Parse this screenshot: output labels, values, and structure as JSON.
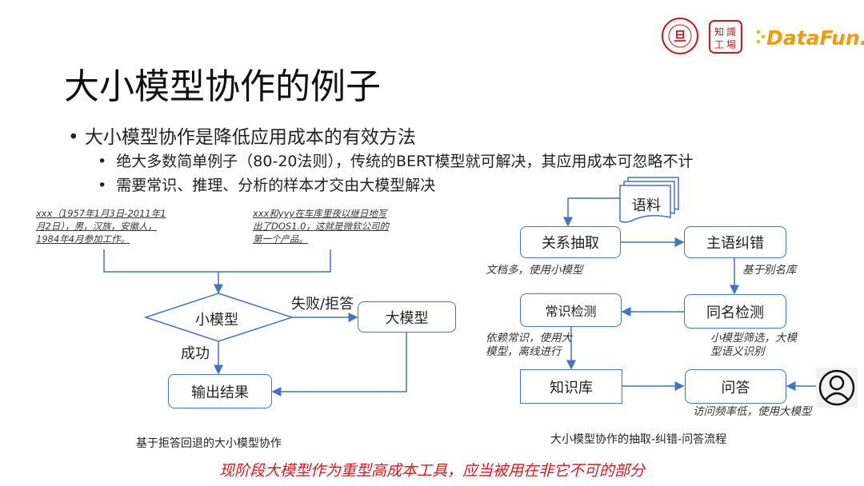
{
  "title": "大小模型协作的例子",
  "bullets": {
    "main": "大小模型协作是降低应用成本的有效方法",
    "sub": [
      "绝大多数简单例子（80-20法则），传统的BERT模型就可解决，其应用成本可忽略不计",
      "需要常识、推理、分析的样本才交由大模型解决"
    ]
  },
  "logos": {
    "university": "FUDAN UNIVERSITY 1905",
    "zhishi": "知識工場",
    "datafun": "DataFun."
  },
  "left_diagram": {
    "examples": [
      [
        "xxx（1957年1月3日-2011年1",
        "月2日），男，汉族，安徽人，",
        "1984年4月参加工作。"
      ],
      [
        "xxx和yyy在车库里夜以继日地写",
        "出了DOS1.0，这就是微软公司的",
        "第一个产品。"
      ]
    ],
    "small_model": "小模型",
    "large_model": "大模型",
    "fail_label": "失败/拒答",
    "success_label": "成功",
    "output": "输出结果",
    "caption": "基于拒答回退的大小模型协作"
  },
  "right_diagram": {
    "corpus": "语料",
    "relation_extraction": "关系抽取",
    "subject_correction": "主语纠错",
    "note_extraction": "文档多，使用小模型",
    "note_alias": "基于别名库",
    "same_name": "同名检测",
    "common_sense": "常识检测",
    "note_common_sense": [
      "依赖常识，使用大",
      "模型，离线进行"
    ],
    "note_same_name": [
      "小模型筛选，大模",
      "型语义识别"
    ],
    "knowledge_base": "知识库",
    "qa": "问答",
    "note_qa": "访问频率低，使用大模型",
    "user_icon": "user-icon",
    "caption": "大小模型协作的抽取-纠错-问答流程"
  },
  "footer": "现阶段大模型作为重型高成本工具，应当被用在非它不可的部分",
  "colors": {
    "accent": "#4472c4",
    "footer": "#e8141c",
    "logo_red": "#d7141a",
    "logo_orange": "#f5a000"
  }
}
